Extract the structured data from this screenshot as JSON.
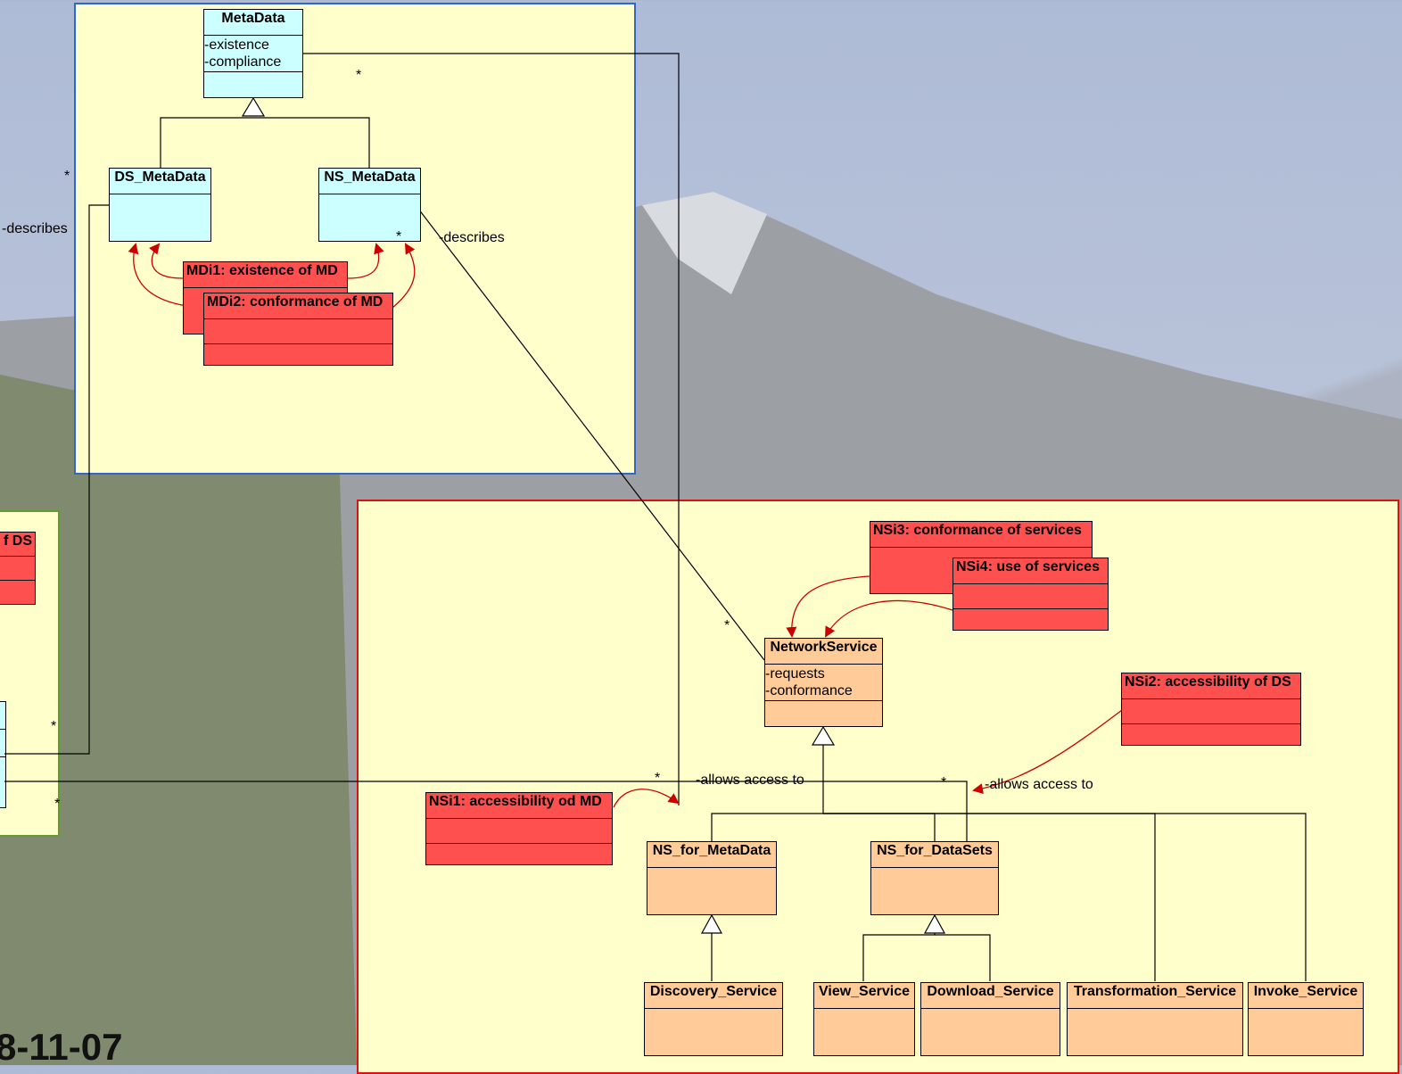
{
  "classes": {
    "metadata": {
      "name": "MetaData",
      "attrs": [
        "-existence",
        "-compliance"
      ]
    },
    "ds_metadata": {
      "name": "DS_MetaData"
    },
    "ns_metadata": {
      "name": "NS_MetaData"
    },
    "mdi1": {
      "name": "MDi1: existence of MD"
    },
    "mdi2": {
      "name": "MDi2: conformance of MD"
    },
    "network_service": {
      "name": "NetworkService",
      "attrs": [
        "-requests",
        "-conformance"
      ]
    },
    "nsi1": {
      "name": "NSi1: accessibility od MD"
    },
    "nsi2": {
      "name": "NSi2: accessibility of DS"
    },
    "nsi3": {
      "name": "NSi3: conformance of services"
    },
    "nsi4": {
      "name": "NSi4: use of services"
    },
    "ns_for_metadata": {
      "name": "NS_for_MetaData"
    },
    "ns_for_datasets": {
      "name": "NS_for_DataSets"
    },
    "discovery_service": {
      "name": "Discovery_Service"
    },
    "view_service": {
      "name": "View_Service"
    },
    "download_service": {
      "name": "Download_Service"
    },
    "transformation_service": {
      "name": "Transformation_Service"
    },
    "invoke_service": {
      "name": "Invoke_Service"
    },
    "partial_ds": {
      "name": "f DS"
    }
  },
  "labels": {
    "describes_left": "-describes",
    "describes_right": "-describes",
    "allows_access_1": "-allows access to",
    "allows_access_2": "-allows access to",
    "star": "*"
  },
  "footer": {
    "date_partial": "8-11-07"
  },
  "colors": {
    "metadata_package_border": "#3366cc",
    "service_package_border": "#dd1111",
    "package_fill": "#ffffcc",
    "metadata_class": "#ccffff",
    "service_class": "#ffcc99",
    "indicator_class": "#ff5050",
    "indicator_arrow": "#cc0000"
  }
}
